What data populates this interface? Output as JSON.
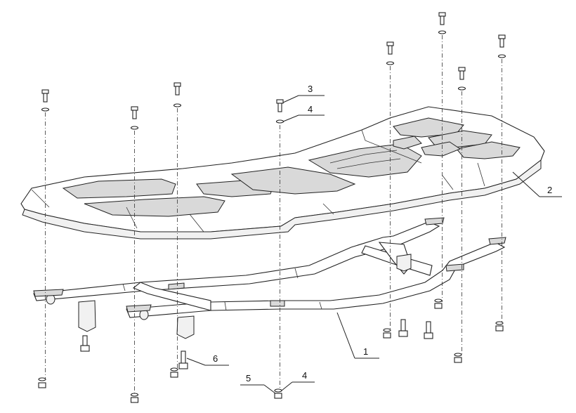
{
  "diagram": {
    "callouts": [
      {
        "id": "1",
        "label": "1",
        "part": "rack-frame"
      },
      {
        "id": "2",
        "label": "2",
        "part": "rack-panel"
      },
      {
        "id": "3",
        "label": "3",
        "part": "bolt"
      },
      {
        "id": "4a",
        "label": "4",
        "part": "washer"
      },
      {
        "id": "4b",
        "label": "4",
        "part": "washer"
      },
      {
        "id": "5",
        "label": "5",
        "part": "nut"
      },
      {
        "id": "6",
        "label": "6",
        "part": "bolt"
      }
    ]
  }
}
